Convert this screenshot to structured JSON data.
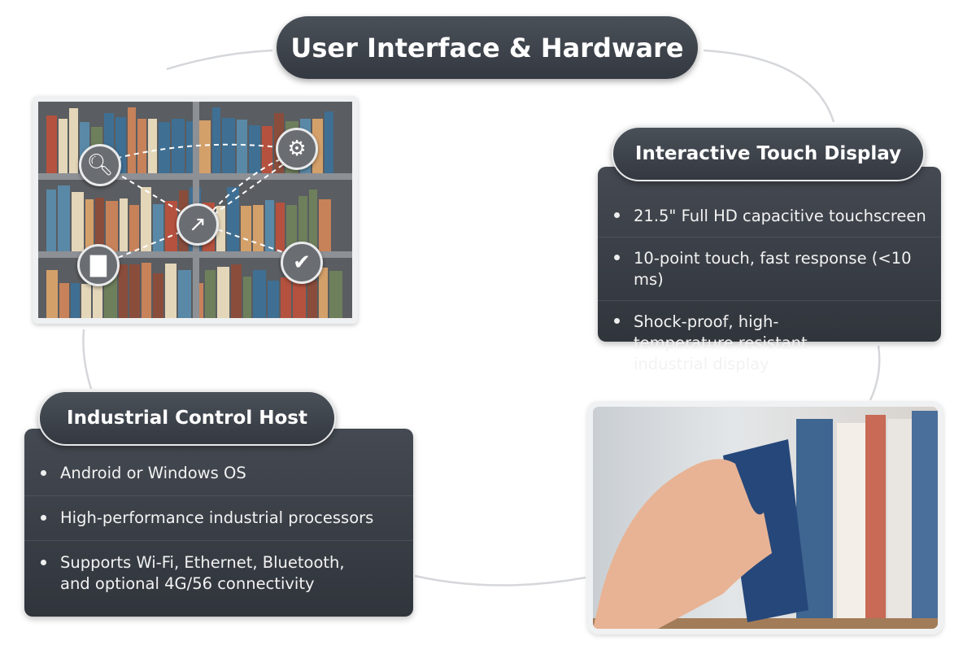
{
  "title": "User Interface & Hardware",
  "touch_display": {
    "heading": "Interactive Touch Display",
    "items": [
      "21.5\" Full HD capacitive touchscreen",
      "10-point touch, fast response (<10 ms)",
      "Shock-proof, high-temperature resistant industrial display"
    ]
  },
  "control_host": {
    "heading": "Industrial Control Host",
    "items": [
      "Android or Windows OS",
      "High-performance industrial processors",
      "Supports Wi-Fi, Ethernet, Bluetooth, and optional 4G/56 connectivity"
    ]
  },
  "icons": [
    "search-icon",
    "gear-icon",
    "trend-chart-icon",
    "bar-chart-icon",
    "checkmark-icon"
  ]
}
